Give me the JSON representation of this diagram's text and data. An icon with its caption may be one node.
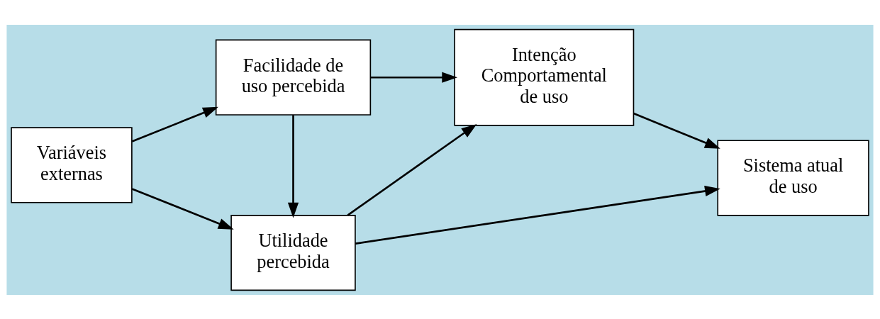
{
  "diagram": {
    "nodes": [
      {
        "text": [
          "Variáveis externas"
        ]
      },
      {
        "text": [
          "Utilidade percebida"
        ]
      },
      {
        "text": [
          "Facilidade de uso percebida"
        ]
      },
      {
        "text": [
          "Intenção Comportamental de uso"
        ]
      },
      {
        "text": [
          "Sistema atual de uso"
        ]
      }
    ],
    "edges": [
      {
        "from": 0,
        "to": 1,
        "arrow": "to"
      },
      {
        "from": 0,
        "to": 2,
        "arrow": "to"
      },
      {
        "from": 2,
        "to": 1,
        "arrow": "to"
      },
      {
        "from": 1,
        "to": 3,
        "arrow": "to"
      },
      {
        "from": 1,
        "to": 4,
        "arrow": "to"
      },
      {
        "from": 2,
        "to": 3,
        "arrow": "to"
      },
      {
        "from": 3,
        "to": 4,
        "arrow": "to"
      }
    ]
  }
}
